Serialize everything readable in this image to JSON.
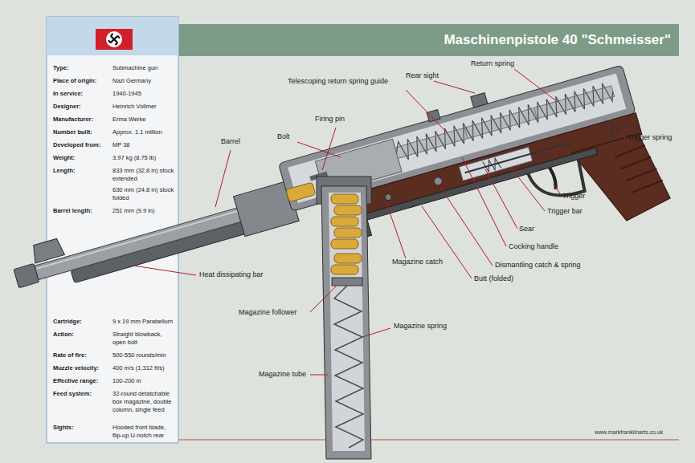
{
  "diagram": {
    "title": "Maschinenpistole 40 \"Schmeisser\"",
    "labels": [
      "Type:",
      "Submachine gun",
      "Place of origin:",
      "Nazi Germany",
      "In service:",
      "1940-1945",
      "Designer:",
      "Heinrich Vollmer",
      "Manufacturer:",
      "Erma Werke",
      "Number built:",
      "Approx. 1.1 million",
      "Developed from:",
      "MP 38",
      "Weight:",
      "3.97 kg (8.75 lb)",
      "Length:",
      "833 mm (32.8 in) stock extended",
      "630 mm (24.8 in) stock folded",
      "Barrel length:",
      "251 mm (9.9 in)",
      "Cartridge:",
      "9 x 19 mm Parabellum",
      "Action:",
      "Straight blowback, open bolt",
      "Rate of fire:",
      "500-550 rounds/min",
      "Muzzle velocity:",
      "400 m/s (1,312 ft/s)",
      "Effective range:",
      "100-200 m",
      "Feed system:",
      "32-round detatchable box magazine, double column, single feed",
      "Sights:",
      "Hooded front blade, flip-up U-notch rear",
      "Return spring",
      "Rear sight",
      "Telescoping return spring guide",
      "Firing pin",
      "Bolt",
      "Barrel",
      "Trigger spring",
      "Trigger",
      "Trigger bar",
      "Sear",
      "Cocking handle",
      "Dismantling catch & spring",
      "Magazine catch",
      "Butt (folded)",
      "Heat dissipating bar",
      "Magazine follower",
      "Magazine spring",
      "Magazine tube",
      "www.markfranklinarts.co.uk"
    ]
  }
}
